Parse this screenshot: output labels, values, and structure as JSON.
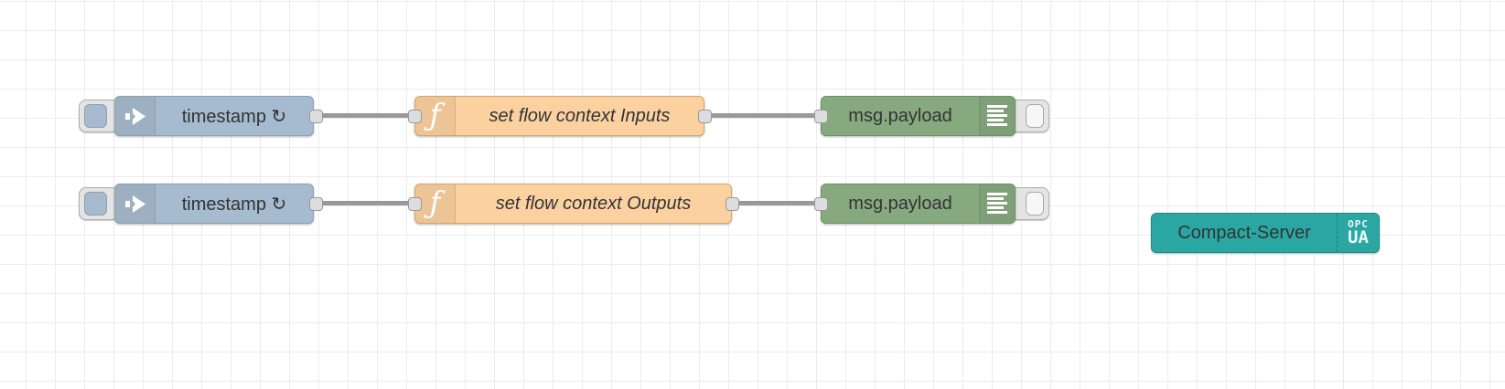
{
  "canvas": {
    "background": "#ffffff",
    "grid_color": "#ececec",
    "wire_color": "#999999"
  },
  "palette_colors": {
    "inject_node": "#a6bbcf",
    "function_node": "#fbd1a0",
    "debug_node": "#87a980",
    "opcua_server_node": "#2aa7a3"
  },
  "icons": {
    "inject_glyph": "inject-arrow-icon",
    "function_glyph": "ƒ",
    "debug_glyph": "debug-list-icon",
    "repeat_glyph": "↻"
  },
  "flow": {
    "rows": [
      {
        "inject": {
          "label": "timestamp ↻"
        },
        "function": {
          "label": "set flow context Inputs"
        },
        "debug": {
          "label": "msg.payload"
        }
      },
      {
        "inject": {
          "label": "timestamp ↻"
        },
        "function": {
          "label": "set flow context Outputs"
        },
        "debug": {
          "label": "msg.payload"
        }
      }
    ],
    "server": {
      "label": "Compact-Server",
      "badge_top": "OPC",
      "badge_bottom": "UA"
    }
  }
}
